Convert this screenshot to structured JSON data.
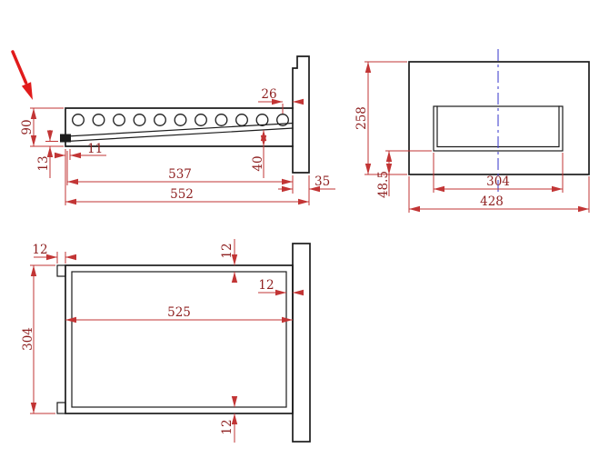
{
  "colors": {
    "part": "#1c1c1c",
    "dimension": "#c23535",
    "dimension_text": "#8f2121",
    "centerline": "#4545cf",
    "callout": "#e11b1b",
    "background": "#ffffff"
  },
  "side_view": {
    "dims": {
      "hole_to_flange": "26",
      "end_height": "90",
      "bottom_lip": "13",
      "rod_inset": "11",
      "body_length": "537",
      "right_drop": "40",
      "overall_length": "552",
      "flange_depth": "35"
    }
  },
  "front_view": {
    "dims": {
      "overall_height": "258",
      "opening_to_base": "48.5",
      "opening_width": "304",
      "overall_width": "428"
    }
  },
  "plan_view": {
    "dims": {
      "tab_width": "12",
      "top_wall": "12",
      "right_wall": "12",
      "overall_depth": "304",
      "inner_length": "525",
      "bottom_wall": "12"
    }
  }
}
